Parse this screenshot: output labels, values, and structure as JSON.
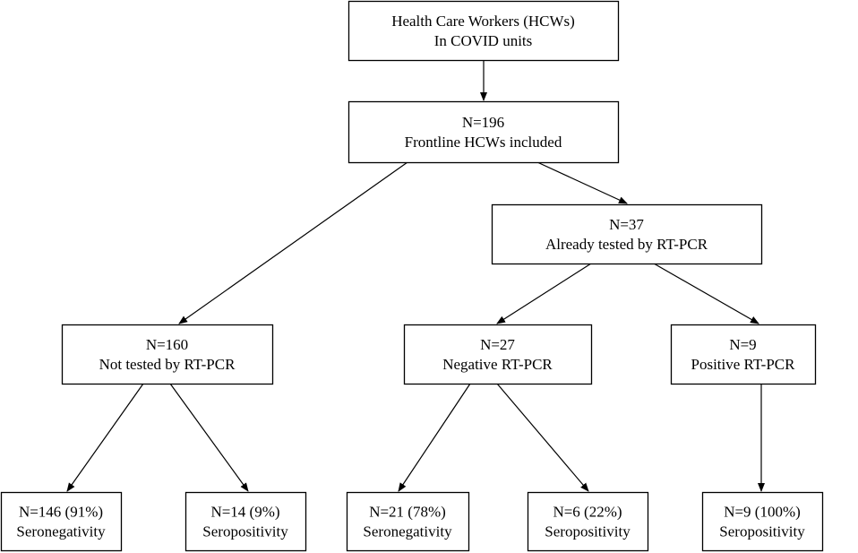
{
  "nodes": [
    {
      "id": "hcws",
      "line1": "Health Care Workers (HCWs)",
      "line2": "In COVID units"
    },
    {
      "id": "included",
      "line1": "N=196",
      "line2": "Frontline HCWs included"
    },
    {
      "id": "tested",
      "line1": "N=37",
      "line2": "Already tested by RT-PCR"
    },
    {
      "id": "not-tested",
      "line1": "N=160",
      "line2": "Not tested by RT-PCR"
    },
    {
      "id": "negative",
      "line1": "N=27",
      "line2": "Negative RT-PCR"
    },
    {
      "id": "positive",
      "line1": "N=9",
      "line2": "Positive RT-PCR"
    },
    {
      "id": "nt-seroneg",
      "line1": "N=146 (91%)",
      "line2": "Seronegativity"
    },
    {
      "id": "nt-seropos",
      "line1": "N=14 (9%)",
      "line2": "Seropositivity"
    },
    {
      "id": "neg-seroneg",
      "line1": "N=21 (78%)",
      "line2": "Seronegativity"
    },
    {
      "id": "neg-seropos",
      "line1": "N=6 (22%)",
      "line2": "Seropositivity"
    },
    {
      "id": "pos-seropos",
      "line1": "N=9 (100%)",
      "line2": "Seropositivity"
    }
  ],
  "edges": [
    {
      "from": "hcws",
      "to": "included"
    },
    {
      "from": "included",
      "to": "not-tested"
    },
    {
      "from": "included",
      "to": "tested"
    },
    {
      "from": "tested",
      "to": "negative"
    },
    {
      "from": "tested",
      "to": "positive"
    },
    {
      "from": "not-tested",
      "to": "nt-seroneg"
    },
    {
      "from": "not-tested",
      "to": "nt-seropos"
    },
    {
      "from": "negative",
      "to": "neg-seroneg"
    },
    {
      "from": "negative",
      "to": "neg-seropos"
    },
    {
      "from": "positive",
      "to": "pos-seropos"
    }
  ]
}
